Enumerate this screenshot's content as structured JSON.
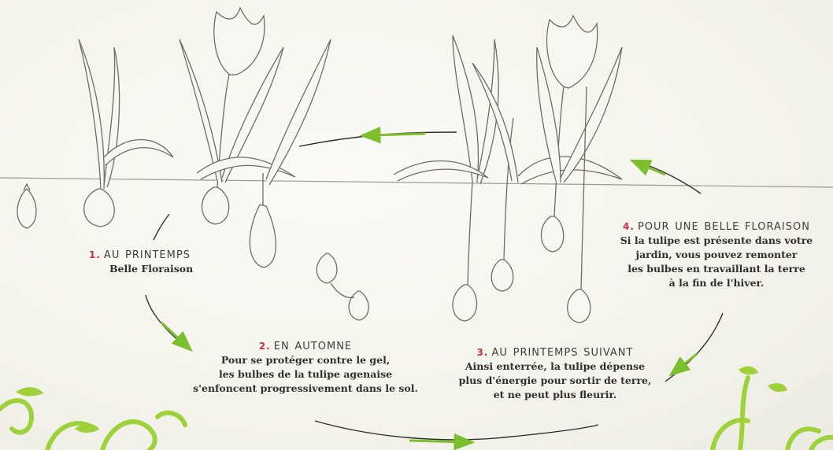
{
  "steps": [
    {
      "number": "1.",
      "title": "au printemps",
      "body": [
        "Belle Floraison"
      ]
    },
    {
      "number": "2.",
      "title": "en automne",
      "body": [
        "Pour se protéger contre le gel,",
        "les bulbes de la tulipe agenaise",
        "s'enfoncent progressivement dans le sol."
      ]
    },
    {
      "number": "3.",
      "title": "au printemps suivant",
      "body": [
        "Ainsi enterrée, la tulipe dépense",
        "plus d'énergie pour sortir de terre,",
        "et ne peut plus fleurir."
      ]
    },
    {
      "number": "4.",
      "title": "pour une belle floraison",
      "body": [
        "Si la tulipe est présente dans votre",
        "jardin, vous pouvez remonter",
        "les bulbes en travaillant la terre",
        "à la fin de l'hiver."
      ]
    }
  ],
  "colors": {
    "arrow": "#7cbf2e",
    "number": "#c8313f",
    "stroke": "#6d6d66",
    "decor": "#9fd13a"
  },
  "icons": [
    "tulip-plant",
    "tulip-bulb",
    "cycle-arrow",
    "decorative-sprout"
  ]
}
